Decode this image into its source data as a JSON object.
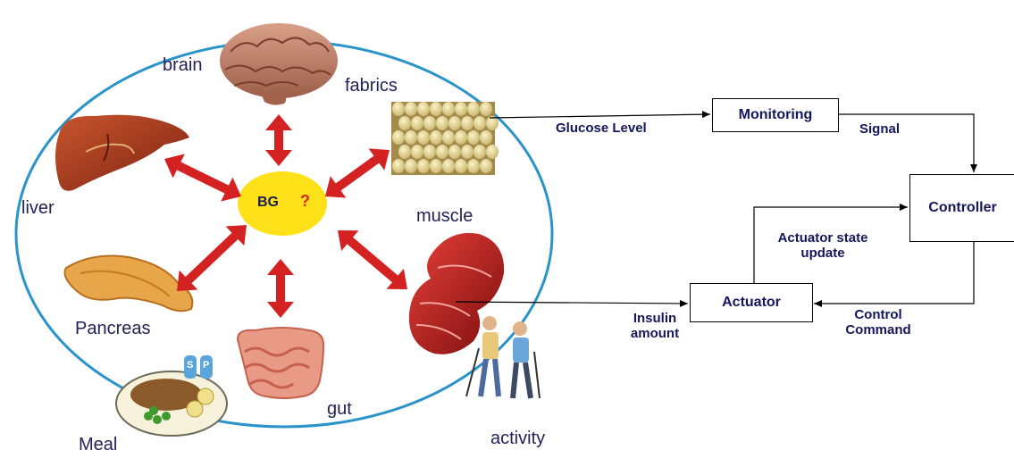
{
  "physiology": {
    "center_label": "BG",
    "center_mark": "?",
    "labels": {
      "brain": "brain",
      "fabrics": "fabrics",
      "liver": "liver",
      "muscle": "muscle",
      "pancreas": "Pancreas",
      "meal": "Meal",
      "gut": "gut",
      "activity": "activity"
    },
    "salt_shaker": "S",
    "pepper_shaker": "P"
  },
  "control_loop": {
    "blocks": {
      "monitoring": "Monitoring",
      "controller": "Controller",
      "actuator": "Actuator"
    },
    "signals": {
      "glucose_level": "Glucose Level",
      "signal": "Signal",
      "actuator_state_line1": "Actuator state",
      "actuator_state_line2": "update",
      "control_command_line1": "Control",
      "control_command_line2": "Command",
      "insulin_line1": "Insulin",
      "insulin_line2": "amount"
    }
  },
  "colors": {
    "ellipse": "#2a93c9",
    "arrows": "#d42121",
    "bg_node": "#ffe11a",
    "label_text": "#22225a",
    "block_text": "#16165c"
  }
}
